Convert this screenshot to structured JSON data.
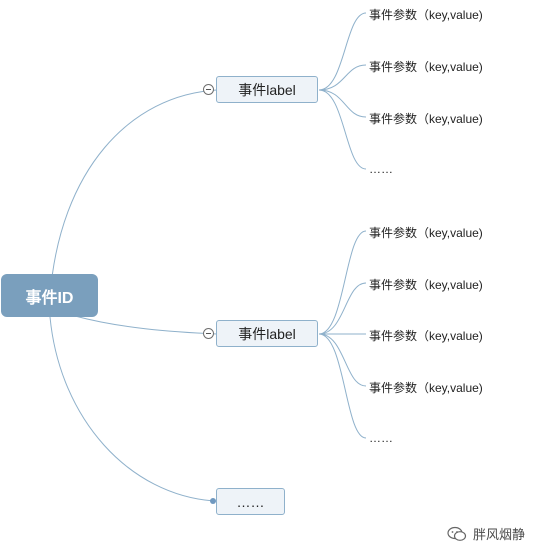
{
  "root": {
    "label": "事件ID"
  },
  "branches": [
    {
      "label": "事件label",
      "collapsed": false,
      "children": [
        "事件参数（key,value)",
        "事件参数（key,value)",
        "事件参数（key,value)",
        "……"
      ]
    },
    {
      "label": "事件label",
      "collapsed": false,
      "children": [
        "事件参数（key,value)",
        "事件参数（key,value)",
        "事件参数（key,value)",
        "事件参数（key,value)",
        "……"
      ]
    },
    {
      "label": "……",
      "collapsed": true,
      "children": []
    }
  ],
  "watermark": {
    "text": "胖风烟静",
    "icon": "wechat-icon"
  },
  "colors": {
    "root_fill": "#7a9fbd",
    "node_fill": "#eef3f8",
    "node_border": "#8fb1cb",
    "connector": "#8fb1cb"
  }
}
